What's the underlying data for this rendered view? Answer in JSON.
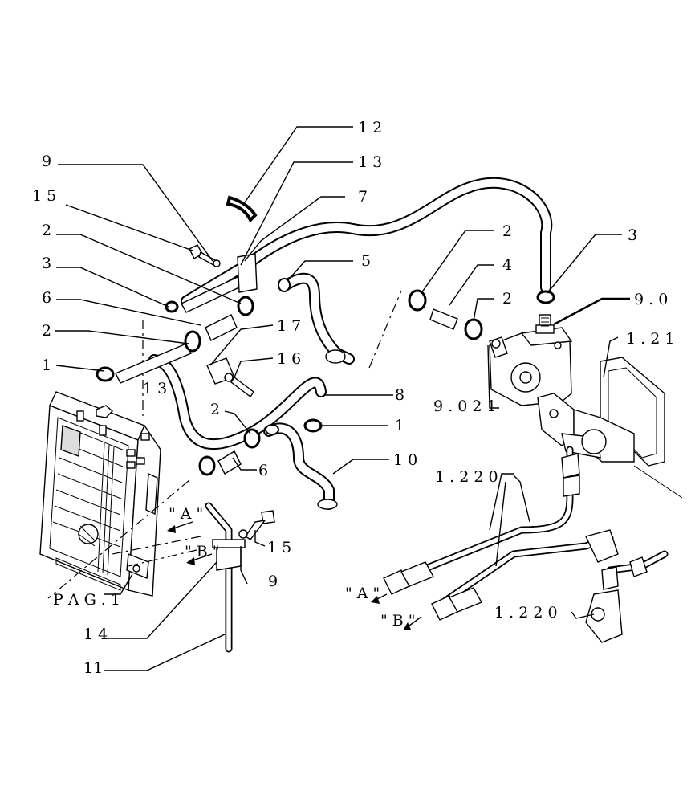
{
  "callouts": {
    "c12": "1 2",
    "c13_top": "1 3",
    "c9_top": "9",
    "c15_top": "1 5",
    "c7": "7",
    "c2_a": "2",
    "c5": "5",
    "c3_left": "3",
    "c6_top": "6",
    "c17": "1 7",
    "c2_b": "2",
    "c16": "1 6",
    "c1_left": "1",
    "c13_mid": "1 3",
    "c2_c": "2",
    "c8": "8",
    "c1_right": "1",
    "c10": "1 0",
    "c6_bottom": "6",
    "c15_bottom": "1 5",
    "c9_bottom": "9",
    "c14": "1 4",
    "c11": "11",
    "c2_right_top": "2",
    "c4": "4",
    "c2_right_mid": "2",
    "c3_right": "3",
    "c90": "9 . 0",
    "c121": "1 . 2 1",
    "c9021": "9 . 0 2 1",
    "c1220_top": "1 . 2 2 0",
    "c1220_bottom": "1 . 2 2 0"
  },
  "markers": {
    "a_left": "\" A \"",
    "b_left": "\" B \"",
    "a_right": "\" A \"",
    "b_right": "\" B \""
  },
  "page_ref": "P A G . 1"
}
